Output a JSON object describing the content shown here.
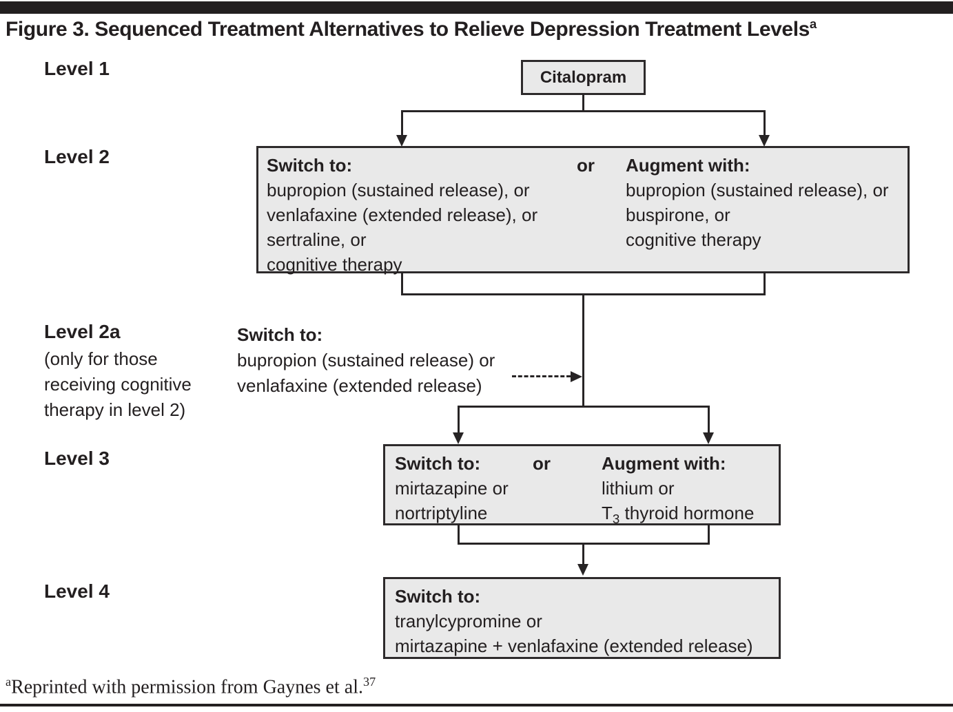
{
  "title": {
    "text": "Figure 3. Sequenced Treatment Alternatives to Relieve Depression Treatment Levels",
    "superscript": "a"
  },
  "colors": {
    "box_fill": "#e9e9e9",
    "box_border": "#2d2a2b",
    "line": "#272425",
    "text": "#231f20"
  },
  "levels": {
    "level1": {
      "label": "Level 1",
      "box_text": "Citalopram"
    },
    "level2": {
      "label": "Level 2",
      "box": {
        "switch_heading": "Switch to:",
        "switch_items": [
          "bupropion (sustained release), or",
          "venlafaxine (extended release), or",
          "sertraline, or",
          "cognitive therapy"
        ],
        "or_label": "or",
        "augment_heading": "Augment with:",
        "augment_items": [
          "bupropion (sustained release), or",
          "buspirone, or",
          "cognitive therapy"
        ]
      }
    },
    "level2a": {
      "label": "Level 2a",
      "note_lines": [
        "(only for those",
        "receiving cognitive",
        "therapy in level 2)"
      ],
      "switch_heading": "Switch to:",
      "switch_items": [
        "bupropion (sustained release) or",
        "venlafaxine (extended release)"
      ]
    },
    "level3": {
      "label": "Level 3",
      "box": {
        "switch_heading": "Switch to:",
        "switch_items": [
          "mirtazapine or",
          "nortriptyline"
        ],
        "or_label": "or",
        "augment_heading": "Augment with:",
        "augment_item1": "lithium or",
        "t3": {
          "pre": "T",
          "sub": "3",
          "post": " thyroid hormone"
        }
      }
    },
    "level4": {
      "label": "Level 4",
      "box": {
        "switch_heading": "Switch to:",
        "switch_items": [
          "tranylcypromine or",
          "mirtazapine + venlafaxine (extended release)"
        ]
      }
    }
  },
  "footnote": {
    "marker": "a",
    "text": "Reprinted with permission from Gaynes et al.",
    "reference": "37"
  }
}
